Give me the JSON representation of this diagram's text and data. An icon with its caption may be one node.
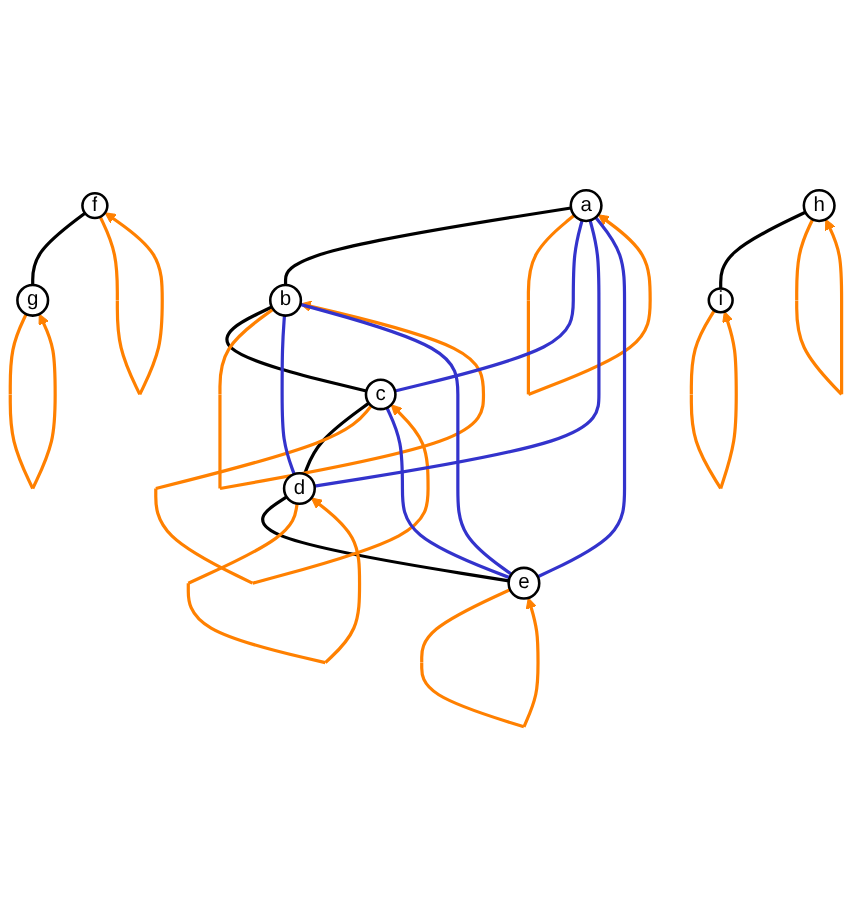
{
  "diagram": {
    "nodes": [
      {
        "text": [
          "a"
        ]
      },
      {
        "text": [
          "b"
        ]
      },
      {
        "text": [
          "c"
        ]
      },
      {
        "text": [
          "d"
        ]
      },
      {
        "text": [
          "e"
        ]
      },
      {
        "text": [
          "f"
        ]
      },
      {
        "text": [
          "g"
        ]
      },
      {
        "text": [
          "h"
        ]
      },
      {
        "text": [
          "i"
        ]
      }
    ],
    "edges": [
      {
        "from": 0,
        "to": 1,
        "arrow": "none",
        "color": "#000000"
      },
      {
        "from": 1,
        "to": 2,
        "arrow": "none",
        "color": "#000000"
      },
      {
        "from": 2,
        "to": 3,
        "arrow": "none",
        "color": "#000000"
      },
      {
        "from": 3,
        "to": 4,
        "arrow": "none",
        "color": "#000000"
      },
      {
        "from": 5,
        "to": 6,
        "arrow": "none",
        "color": "#000000"
      },
      {
        "from": 7,
        "to": 8,
        "arrow": "none",
        "color": "#000000"
      },
      {
        "from": 0,
        "to": 0,
        "arrow": "to"
      },
      {
        "from": 1,
        "to": 1,
        "arrow": "to"
      },
      {
        "from": 2,
        "to": 2,
        "arrow": "to"
      },
      {
        "from": 3,
        "to": 3,
        "arrow": "to"
      },
      {
        "from": 4,
        "to": 4,
        "arrow": "to"
      },
      {
        "from": 5,
        "to": 5,
        "arrow": "to"
      },
      {
        "from": 6,
        "to": 6,
        "arrow": "to"
      },
      {
        "from": 7,
        "to": 7,
        "arrow": "to"
      },
      {
        "from": 8,
        "to": 8,
        "arrow": "to"
      },
      {
        "from": 0,
        "to": 2,
        "arrow": "none",
        "color": "#3333cc"
      },
      {
        "from": 0,
        "to": 3,
        "arrow": "none",
        "color": "#3333cc"
      },
      {
        "from": 0,
        "to": 4,
        "arrow": "none",
        "color": "#3333cc"
      },
      {
        "from": 1,
        "to": 3,
        "arrow": "none",
        "color": "#3333cc"
      },
      {
        "from": 1,
        "to": 4,
        "arrow": "none",
        "color": "#3333cc"
      },
      {
        "from": 2,
        "to": 4,
        "arrow": "none",
        "color": "#3333cc"
      }
    ]
  }
}
